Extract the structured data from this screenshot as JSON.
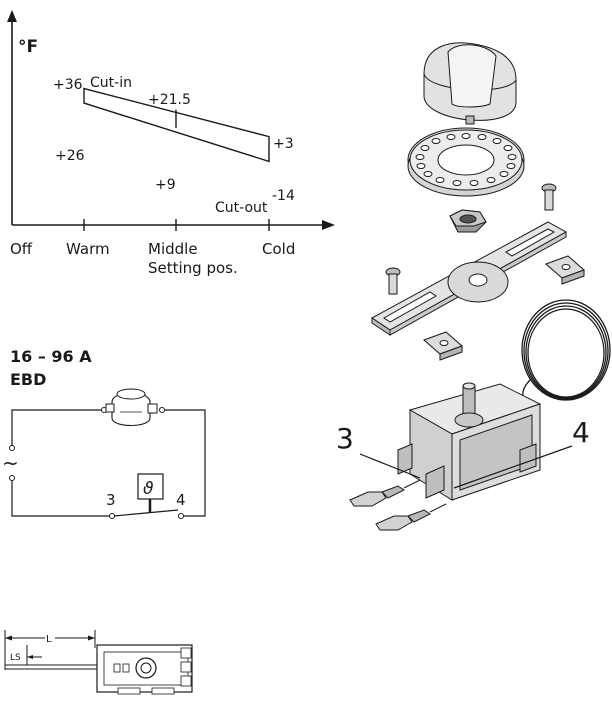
{
  "chart": {
    "y_unit": "°F",
    "x_ticks": [
      "Off",
      "Warm",
      "Middle",
      "Cold"
    ],
    "x_sub": "Setting pos.",
    "cut_in_label": "Cut-in",
    "cut_out_label": "Cut-out",
    "v_plus36": "+36",
    "v_plus21_5": "+21.5",
    "v_plus26": "+26",
    "v_plus9": "+9",
    "v_plus3": "+3",
    "v_minus14": "-14"
  },
  "chart_data": {
    "type": "line",
    "x": [
      "Warm",
      "Middle",
      "Cold"
    ],
    "series": [
      {
        "name": "Cut-in",
        "values": [
          36,
          21.5,
          3
        ]
      },
      {
        "name": "Cut-out",
        "values": [
          26,
          9,
          -14
        ]
      }
    ],
    "ylabel": "°F",
    "xlabel": "Setting pos."
  },
  "wiring": {
    "title": "16 – 96 A",
    "subtitle": "EBD",
    "terminal_3": "3",
    "terminal_4": "4",
    "supply_symbol": "~",
    "thermo_symbol": "ϑ"
  },
  "exploded": {
    "terminal_3": "3",
    "terminal_4": "4"
  },
  "dimensions": {
    "length_label": "L",
    "ls_label": "LS"
  }
}
